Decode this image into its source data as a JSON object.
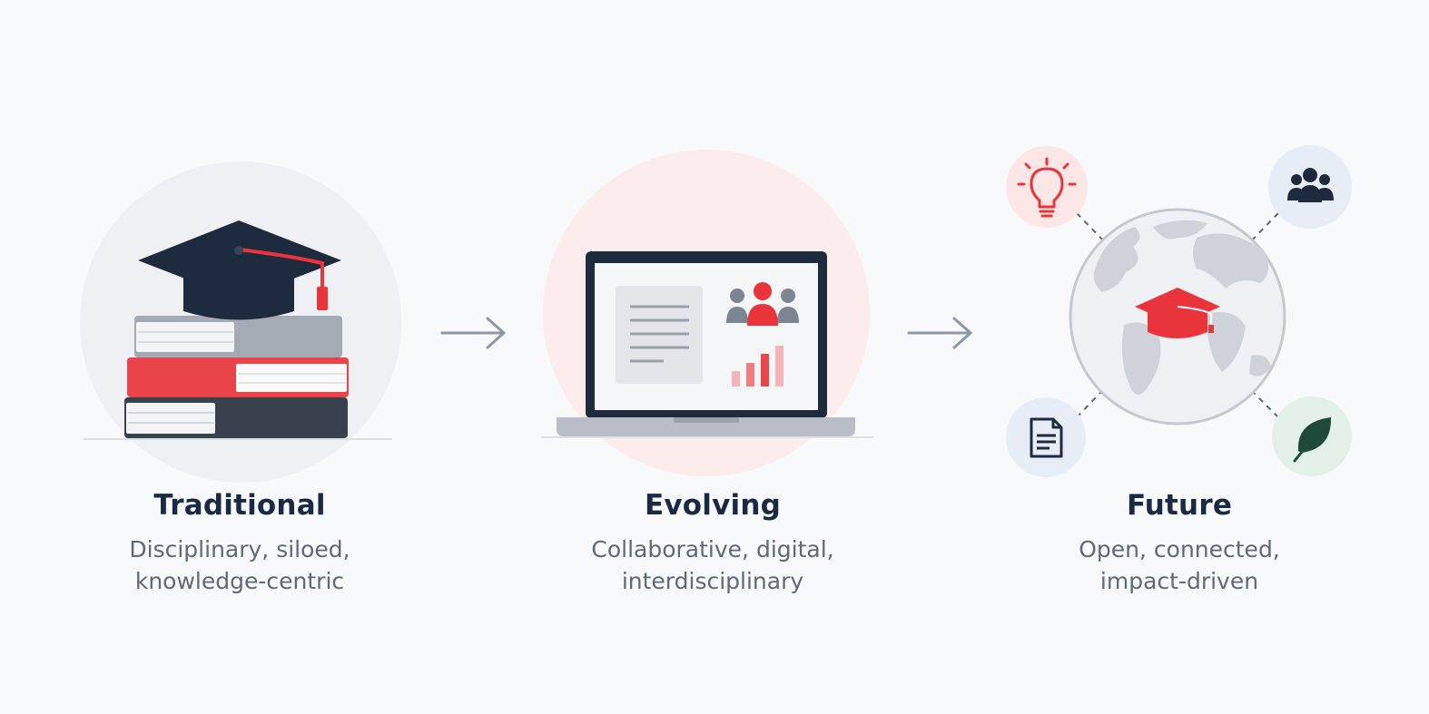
{
  "stages": [
    {
      "title": "Traditional",
      "lines": [
        "Disciplinary, siloed,",
        "knowledge-centric"
      ],
      "icon": "graduation-cap-on-books-icon"
    },
    {
      "title": "Evolving",
      "lines": [
        "Collaborative, digital,",
        "interdisciplinary"
      ],
      "icon": "laptop-collaboration-icon"
    },
    {
      "title": "Future",
      "lines": [
        "Open, connected,",
        "impact-driven"
      ],
      "icon": "globe-graduation-cap-icon"
    }
  ],
  "satellite_icons": [
    "lightbulb-icon",
    "people-group-icon",
    "document-icon",
    "leaf-icon"
  ],
  "colors": {
    "navy": "#1e2a3e",
    "red": "#e8343a",
    "gray": "#a9afb8",
    "text_title": "#1b2a44",
    "text_body": "#5f6876",
    "background": "#f8f9fa"
  }
}
